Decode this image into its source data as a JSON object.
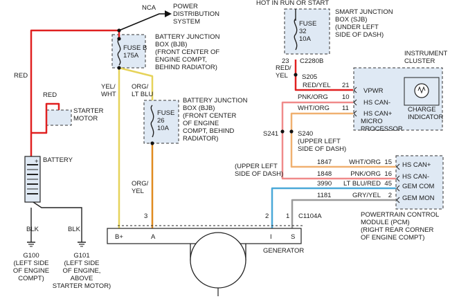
{
  "colors": {
    "red": "#e02020",
    "yellow": "#e6d35a",
    "orange": "#e08a1e",
    "blue": "#4aa8d8",
    "gray": "#9a9a9a",
    "pink": "#f08a8a",
    "lightorange": "#f0b070",
    "box": "#dfe9f4",
    "black": "#222222"
  },
  "labels": {
    "nca": "NCA",
    "pds": [
      "POWER",
      "DISTRIBUTION",
      "SYSTEM"
    ],
    "fuseB": [
      "FUSE B",
      "175A"
    ],
    "bjb1": [
      "BATTERY JUNCTION",
      "BOX (BJB)",
      "(FRONT CENTER OF",
      "ENGINE COMPT,",
      "BEHIND RADIATOR)"
    ],
    "red_left": "RED",
    "red_starter": "RED",
    "starter": [
      "STARTER",
      "MOTOR"
    ],
    "yelwht": [
      "YEL/",
      "WHT"
    ],
    "orgltblu": [
      "ORG/",
      "LT BLU"
    ],
    "fuse26": [
      "FUSE",
      "26",
      "10A"
    ],
    "bjb2": [
      "BATTERY JUNCTION",
      "BOX (BJB)",
      "(FRONT CENTER",
      "OF ENGINE",
      "COMPT, BEHIND",
      "RADIATOR)"
    ],
    "battery": "BATTERY",
    "blk1": "BLK",
    "blk2": "BLK",
    "g100": [
      "G100",
      "(LEFT SIDE",
      "OF ENGINE",
      "COMPT)"
    ],
    "g101": [
      "G101",
      "(LEFT SIDE",
      "OF ENGINE,",
      "ABOVE",
      "STARTER MOTOR)"
    ],
    "orgyel": [
      "ORG/",
      "YEL"
    ],
    "hot": "HOT IN RUN OR START",
    "fuse32": [
      "FUSE",
      "32",
      "10A"
    ],
    "sjb": [
      "SMART JUNCTION",
      "BOX (SJB)",
      "(UNDER LEFT",
      "SIDE OF DASH)"
    ],
    "c2280b": "C2280B",
    "pin23": "23",
    "redyel": [
      "RED/",
      "YEL"
    ],
    "s205": "S205",
    "ic": [
      "INSTRUMENT",
      "CLUSTER"
    ],
    "w_redyel": "RED/YEL",
    "p21": "21",
    "w_pnkorg": "PNK/ORG",
    "p10": "10",
    "w_whtorg": "WHT/ORG",
    "p11": "11",
    "vpwr": "VPWR",
    "hscanm": "HS CAN-",
    "hscanp": "HS CAN+",
    "charge": [
      "CHARGE",
      "INDICATOR"
    ],
    "micro": [
      "MICRO",
      "PROCESSOR"
    ],
    "s241": "S241",
    "s240": [
      "S240",
      "(UPPER LEFT",
      "SIDE OF DASH)"
    ],
    "uld": [
      "(UPPER LEFT",
      "SIDE OF DASH)"
    ],
    "r1": [
      "1847",
      "WHT/ORG",
      "15",
      "HS CAN+"
    ],
    "r2": [
      "1848",
      "PNK/ORG",
      "16",
      "HS CAN-"
    ],
    "r3": [
      "3990",
      "LT BLU/RED",
      "45",
      "GEM COM"
    ],
    "r4": [
      "1181",
      "GRY/YEL",
      "2",
      "GEM MON"
    ],
    "pcm": [
      "POWERTRAIN CONTROL",
      "MODULE (PCM)",
      "(RIGHT REAR CORNER",
      "OF ENGINE COMPT)"
    ],
    "p3": "3",
    "p2": "2",
    "p1": "1",
    "c1104a": "C1104A",
    "tbplus": "B+",
    "ta": "A",
    "ti": "I",
    "ts": "S",
    "generator": "GENERATOR"
  }
}
